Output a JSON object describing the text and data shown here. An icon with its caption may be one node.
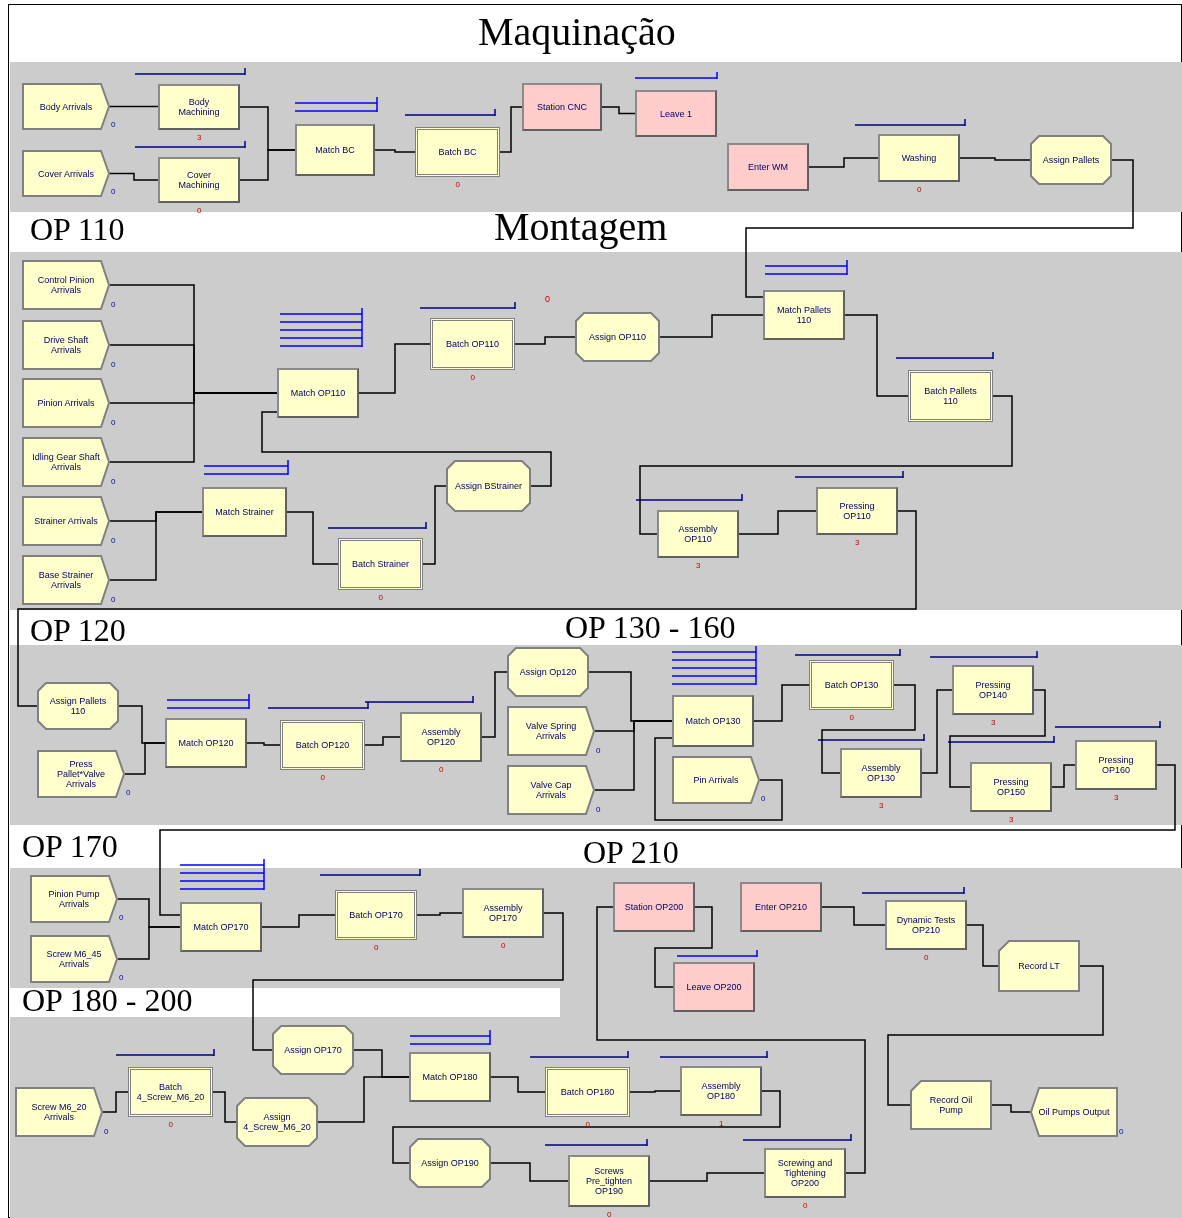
{
  "diagram": {
    "nodes": [
      {
        "text": [
          "Body Arrivals"
        ],
        "beside": [
          "0"
        ]
      },
      {
        "text": [
          "Cover Arrivals"
        ],
        "beside": [
          "0"
        ]
      },
      {
        "text": [
          "Body Machining"
        ],
        "beside": [
          "3"
        ]
      },
      {
        "text": [
          "Cover Machining"
        ],
        "beside": [
          "0"
        ]
      },
      {
        "text": [
          "Match BC"
        ]
      },
      {
        "text": [
          "Batch BC"
        ],
        "beside": [
          "0"
        ]
      },
      {
        "text": [
          "Station CNC"
        ]
      },
      {
        "text": [
          "Leave 1"
        ]
      },
      {
        "text": [
          "Enter WM"
        ]
      },
      {
        "text": [
          "Washing"
        ],
        "beside": [
          "0"
        ]
      },
      {
        "text": [
          "Assign Pallets"
        ]
      },
      {
        "text": [
          "Control Pinion Arrivals"
        ],
        "beside": [
          "0"
        ]
      },
      {
        "text": [
          "Drive Shaft Arrivals"
        ],
        "beside": [
          "0"
        ]
      },
      {
        "text": [
          "Pinion Arrivals"
        ],
        "beside": [
          "0"
        ]
      },
      {
        "text": [
          "Idling Gear Shaft Arrivals"
        ],
        "beside": [
          "0"
        ]
      },
      {
        "text": [
          "Strainer Arrivals"
        ],
        "beside": [
          "0"
        ]
      },
      {
        "text": [
          "Base Strainer Arrivals"
        ],
        "beside": [
          "0"
        ]
      },
      {
        "text": [
          "Match OP110"
        ]
      },
      {
        "text": [
          "Batch OP110"
        ],
        "beside": [
          "0"
        ]
      },
      {
        "text": [
          "Match Strainer"
        ]
      },
      {
        "text": [
          "Batch Strainer"
        ],
        "beside": [
          "0"
        ]
      },
      {
        "text": [
          "Assign BStrainer"
        ]
      },
      {
        "text": [
          "Assign OP110"
        ]
      },
      {
        "text": [
          "Match Pallets 110"
        ]
      },
      {
        "text": [
          "Batch Pallets 110"
        ]
      },
      {
        "text": [
          "Assembly OP110"
        ],
        "beside": [
          "3"
        ]
      },
      {
        "text": [
          "Pressing OP110"
        ],
        "beside": [
          "3"
        ]
      },
      {
        "text": [
          "Assign Pallets 110"
        ]
      },
      {
        "text": [
          "Press Pallet*Valve Arrivals"
        ],
        "beside": [
          "0"
        ]
      },
      {
        "text": [
          "Match OP120"
        ]
      },
      {
        "text": [
          "Batch OP120"
        ],
        "beside": [
          "0"
        ]
      },
      {
        "text": [
          "Assembly OP120"
        ],
        "beside": [
          "0"
        ]
      },
      {
        "text": [
          "Assign Op120"
        ]
      },
      {
        "text": [
          "Valve Spring Arrivals"
        ],
        "beside": [
          "0"
        ]
      },
      {
        "text": [
          "Valve Cap Arrivals"
        ],
        "beside": [
          "0"
        ]
      },
      {
        "text": [
          "Match OP130"
        ]
      },
      {
        "text": [
          "Pin Arrivals"
        ],
        "beside": [
          "0"
        ]
      },
      {
        "text": [
          "Batch OP130"
        ],
        "beside": [
          "0"
        ]
      },
      {
        "text": [
          "Assembly OP130"
        ],
        "beside": [
          "3"
        ]
      },
      {
        "text": [
          "Pressing OP140"
        ],
        "beside": [
          "3"
        ]
      },
      {
        "text": [
          "Pressing OP150"
        ],
        "beside": [
          "3"
        ]
      },
      {
        "text": [
          "Pressing OP160"
        ],
        "beside": [
          "3"
        ]
      },
      {
        "text": [
          "Pinion Pump Arrivals"
        ],
        "beside": [
          "0"
        ]
      },
      {
        "text": [
          "Screw M6_45 Arrivals"
        ],
        "beside": [
          "0"
        ]
      },
      {
        "text": [
          "Match OP170"
        ]
      },
      {
        "text": [
          "Batch OP170"
        ],
        "beside": [
          "0"
        ]
      },
      {
        "text": [
          "Assembly OP170"
        ],
        "beside": [
          "0"
        ]
      },
      {
        "text": [
          "Station OP200"
        ]
      },
      {
        "text": [
          "Enter OP210"
        ]
      },
      {
        "text": [
          "Dynamic Tests OP210"
        ],
        "beside": [
          "0"
        ]
      },
      {
        "text": [
          "Leave OP200"
        ]
      },
      {
        "text": [
          "Record LT"
        ]
      },
      {
        "text": [
          "Assign OP170"
        ]
      },
      {
        "text": [
          "Screw M6_20 Arrivals"
        ],
        "beside": [
          "0"
        ]
      },
      {
        "text": [
          "Batch 4_Screw_M6_20"
        ],
        "beside": [
          "0"
        ]
      },
      {
        "text": [
          "Assign 4_Screw_M6_20"
        ]
      },
      {
        "text": [
          "Match OP180"
        ]
      },
      {
        "text": [
          "Batch OP180"
        ],
        "beside": [
          "0"
        ]
      },
      {
        "text": [
          "Assembly OP180"
        ],
        "beside": [
          "1"
        ]
      },
      {
        "text": [
          "Record Oil Pump"
        ]
      },
      {
        "text": [
          "Oil Pumps Output"
        ],
        "beside": [
          "0"
        ]
      },
      {
        "text": [
          "Assign OP190"
        ]
      },
      {
        "text": [
          "Screws Pre_tighten OP190"
        ],
        "beside": [
          "0"
        ]
      },
      {
        "text": [
          "Screwing and Tightening OP200"
        ],
        "beside": [
          "0"
        ]
      }
    ],
    "edges": [
      {
        "from": 0,
        "to": 2,
        "arrow": "none"
      },
      {
        "from": 1,
        "to": 3,
        "arrow": "none"
      },
      {
        "from": 2,
        "to": 4,
        "arrow": "none"
      },
      {
        "from": 3,
        "to": 4,
        "arrow": "none"
      },
      {
        "from": 4,
        "to": 5,
        "arrow": "none"
      },
      {
        "from": 5,
        "to": 6,
        "arrow": "none"
      },
      {
        "from": 6,
        "to": 7,
        "arrow": "none"
      },
      {
        "from": 8,
        "to": 9,
        "arrow": "none"
      },
      {
        "from": 9,
        "to": 10,
        "arrow": "none"
      },
      {
        "from": 10,
        "to": 23,
        "arrow": "none"
      },
      {
        "from": 11,
        "to": 17,
        "arrow": "none"
      },
      {
        "from": 12,
        "to": 17,
        "arrow": "none"
      },
      {
        "from": 13,
        "to": 17,
        "arrow": "none"
      },
      {
        "from": 14,
        "to": 17,
        "arrow": "none"
      },
      {
        "from": 21,
        "to": 17,
        "arrow": "none"
      },
      {
        "from": 15,
        "to": 19,
        "arrow": "none"
      },
      {
        "from": 16,
        "to": 19,
        "arrow": "none"
      },
      {
        "from": 19,
        "to": 20,
        "arrow": "none"
      },
      {
        "from": 20,
        "to": 21,
        "arrow": "none"
      },
      {
        "from": 17,
        "to": 18,
        "arrow": "none"
      },
      {
        "from": 18,
        "to": 22,
        "arrow": "none"
      },
      {
        "from": 22,
        "to": 23,
        "arrow": "none"
      },
      {
        "from": 23,
        "to": 24,
        "arrow": "none"
      },
      {
        "from": 24,
        "to": 25,
        "arrow": "none"
      },
      {
        "from": 25,
        "to": 26,
        "arrow": "none"
      },
      {
        "from": 26,
        "to": 27,
        "arrow": "none"
      },
      {
        "from": 27,
        "to": 29,
        "arrow": "none"
      },
      {
        "from": 28,
        "to": 29,
        "arrow": "none"
      },
      {
        "from": 29,
        "to": 30,
        "arrow": "none"
      },
      {
        "from": 30,
        "to": 31,
        "arrow": "none"
      },
      {
        "from": 31,
        "to": 32,
        "arrow": "none"
      },
      {
        "from": 32,
        "to": 35,
        "arrow": "none"
      },
      {
        "from": 33,
        "to": 35,
        "arrow": "none"
      },
      {
        "from": 34,
        "to": 35,
        "arrow": "none"
      },
      {
        "from": 36,
        "to": 35,
        "arrow": "none"
      },
      {
        "from": 35,
        "to": 37,
        "arrow": "none"
      },
      {
        "from": 37,
        "to": 38,
        "arrow": "none"
      },
      {
        "from": 38,
        "to": 39,
        "arrow": "none"
      },
      {
        "from": 39,
        "to": 40,
        "arrow": "none"
      },
      {
        "from": 40,
        "to": 41,
        "arrow": "none"
      },
      {
        "from": 41,
        "to": 44,
        "arrow": "none"
      },
      {
        "from": 42,
        "to": 44,
        "arrow": "none"
      },
      {
        "from": 43,
        "to": 44,
        "arrow": "none"
      },
      {
        "from": 44,
        "to": 45,
        "arrow": "none"
      },
      {
        "from": 45,
        "to": 46,
        "arrow": "none"
      },
      {
        "from": 46,
        "to": 52,
        "arrow": "none"
      },
      {
        "from": 52,
        "to": 56,
        "arrow": "none"
      },
      {
        "from": 53,
        "to": 54,
        "arrow": "none"
      },
      {
        "from": 54,
        "to": 55,
        "arrow": "none"
      },
      {
        "from": 55,
        "to": 56,
        "arrow": "none"
      },
      {
        "from": 56,
        "to": 57,
        "arrow": "none"
      },
      {
        "from": 57,
        "to": 58,
        "arrow": "none"
      },
      {
        "from": 58,
        "to": 61,
        "arrow": "none"
      },
      {
        "from": 61,
        "to": 62,
        "arrow": "none"
      },
      {
        "from": 62,
        "to": 63,
        "arrow": "none"
      },
      {
        "from": 63,
        "to": 47,
        "arrow": "none"
      },
      {
        "from": 47,
        "to": 50,
        "arrow": "none"
      },
      {
        "from": 48,
        "to": 49,
        "arrow": "none"
      },
      {
        "from": 49,
        "to": 51,
        "arrow": "none"
      },
      {
        "from": 51,
        "to": 59,
        "arrow": "none"
      },
      {
        "from": 59,
        "to": 60,
        "arrow": "none"
      }
    ],
    "labels": [
      "Maquinação",
      "OP 110",
      "Montagem",
      "0",
      "OP 120",
      "OP 130 - 160",
      "OP 170",
      "OP 210",
      "OP 180 - 200"
    ]
  }
}
